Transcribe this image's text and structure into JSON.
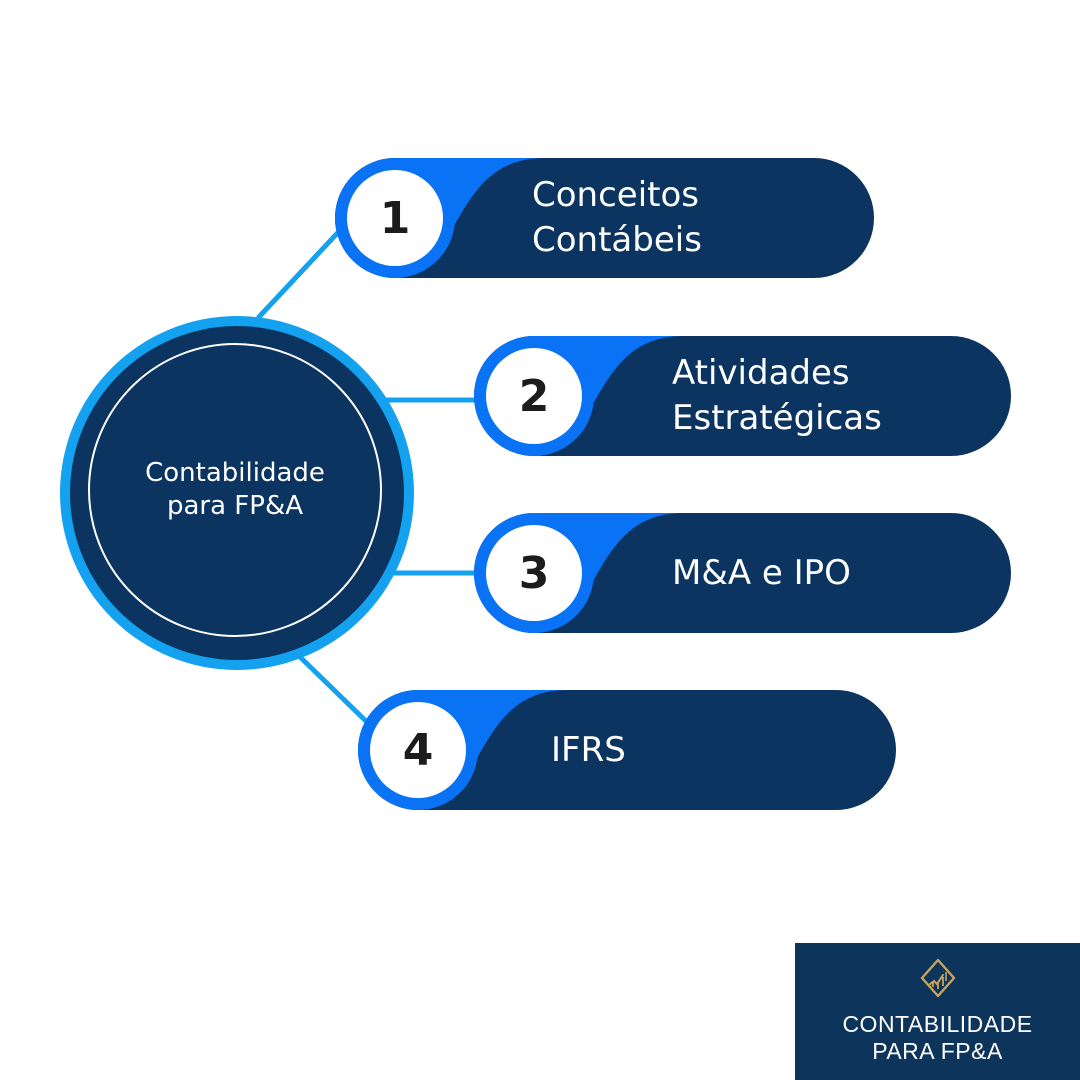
{
  "hub": {
    "lines": [
      "Contabilidade",
      "para FP&A"
    ]
  },
  "items": [
    {
      "number": "1",
      "lines": [
        "Conceitos",
        "Contábeis"
      ]
    },
    {
      "number": "2",
      "lines": [
        "Atividades",
        "Estratégicas"
      ]
    },
    {
      "number": "3",
      "lines": [
        "M&A e IPO"
      ]
    },
    {
      "number": "4",
      "lines": [
        "IFRS"
      ]
    }
  ],
  "logo": {
    "icon": "chart-diamond-icon",
    "lines": [
      "CONTABILIDADE",
      "PARA FP&A"
    ]
  },
  "colors": {
    "navy": "#0b3460",
    "accent_blue": "#0a72f5",
    "light_blue": "#14a1f0",
    "gold": "#c6a45a",
    "logo_bg": "#0d345a"
  }
}
